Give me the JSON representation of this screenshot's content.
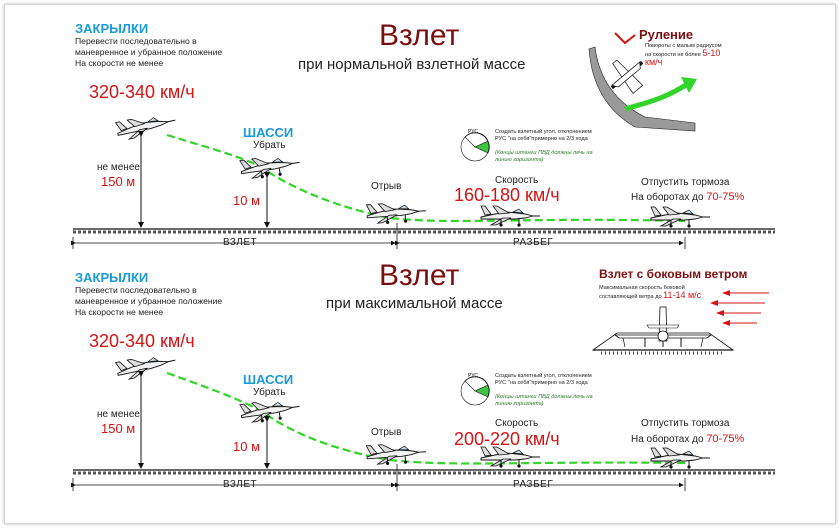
{
  "top": {
    "title": "Взлет",
    "subtitle": "при нормальной взлетной массе",
    "flaps_title": "ЗАКРЫЛКИ",
    "flaps_text": "Перевести последовательно в маневренное и убранное положение  На скорости не менее",
    "flaps_speed": "320-340 км/ч",
    "gear_title": "ШАССИ",
    "gear_text": "Убрать",
    "min_label": "не менее",
    "min_alt": "150 м",
    "alt_10": "10 м",
    "liftoff": "Отрыв",
    "rus_label": "РУС",
    "rotate_text": "Создать взлетный угол, отклонением РУС \"на себя\"примерно на 2/3 хода",
    "rotate_note": "(Концы штанги ПВД должны лечь на линию горизонта)",
    "speed_label": "Скорость",
    "speed_value": "160-180 км/ч",
    "brakes_label": "Отпустить тормоза",
    "power_label": "На оборотах до ",
    "power_value": "70-75%",
    "seg_takeoff": "ВЗЛЕТ",
    "seg_run": "РАЗБЕГ",
    "taxi_title": "Руление",
    "taxi_text": "Повороты с малым радиусом на скорости не более ",
    "taxi_speed": "5-10 км/ч"
  },
  "bottom": {
    "title": "Взлет",
    "subtitle": "при максимальной массе",
    "flaps_title": "ЗАКРЫЛКИ",
    "flaps_text": "Перевести последовательно в маневренное и убранное положение  На скорости не менее",
    "flaps_speed": "320-340 км/ч",
    "gear_title": "ШАССИ",
    "gear_text": "Убрать",
    "min_label": "не менее",
    "min_alt": "150 м",
    "alt_10": "10 м",
    "liftoff": "Отрыв",
    "rus_label": "РУС",
    "rotate_text": "Создать взлетный угол, отклонением РУС \"на себя\"примерно на 2/3 хода",
    "rotate_note": "(Концы штанги ПВД должны лечь на линию горизонта)",
    "speed_label": "Скорость",
    "speed_value": "200-220 км/ч",
    "brakes_label": "Отпустить тормоза",
    "power_label": "На оборотах до ",
    "power_value": "70-75%",
    "seg_takeoff": "ВЗЛЕТ",
    "seg_run": "РАЗБЕГ",
    "crosswind_title": "Взлет с боковым ветром",
    "crosswind_text": "Максимальная скорость боковой составляющей ветра до ",
    "crosswind_value": "11-14 м/с"
  },
  "colors": {
    "title": "#7a0f0f",
    "accent_blue": "#1a9ad6",
    "accent_red": "#d41414",
    "path_green": "#33d42a"
  }
}
